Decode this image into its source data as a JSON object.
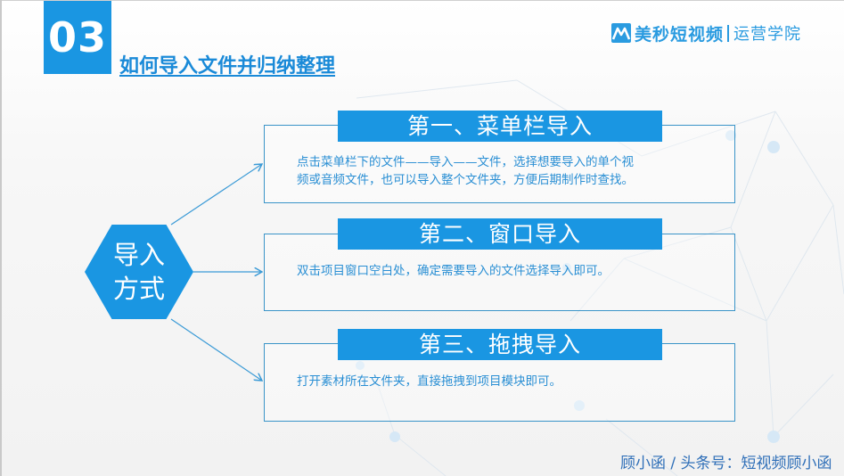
{
  "slide": {
    "section_number": "03",
    "section_title": "如何导入文件并归纳整理",
    "brand": {
      "name": "美秒短视频",
      "subtitle": "运营学院",
      "logo_icon": "mountain-m-logo-icon"
    },
    "center_node": {
      "line1": "导入",
      "line2": "方式"
    },
    "methods": [
      {
        "title": "第一、菜单栏导入",
        "text_line1": "点击菜单栏下的文件——导入——文件，选择想要导入的单个视",
        "text_line2": "频或音频文件，也可以导入整个文件夹，方便后期制作时查找。"
      },
      {
        "title": "第二、窗口导入",
        "text_line1": "双击项目窗口空白处，确定需要导入的文件选择导入即可。",
        "text_line2": ""
      },
      {
        "title": "第三、拖拽导入",
        "text_line1": "打开素材所在文件夹，直接拖拽到项目模块即可。",
        "text_line2": ""
      }
    ],
    "footer_watermark": "顾小函 / 头条号：短视频顾小函"
  },
  "colors": {
    "primary_blue": "#1a96e2",
    "text_blue": "#2a8fd4",
    "border_blue": "#3a94c8",
    "background": "#f4f4f4"
  }
}
